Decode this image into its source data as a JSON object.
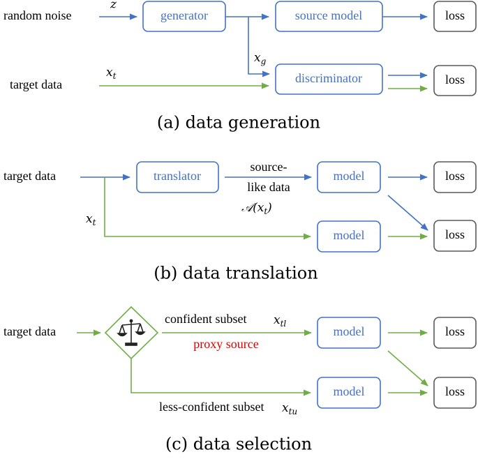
{
  "colors": {
    "blue": "#4472c4",
    "green": "#70ad47",
    "red": "#e00000",
    "loss_border": "#595959"
  },
  "panel_a": {
    "random_noise": "random noise",
    "z_label": "z",
    "generator": "generator",
    "source_model": "source model",
    "loss_top": "loss",
    "xg_label": "x",
    "xg_sub": "g",
    "target_data": "target data",
    "xt_label": "x",
    "xt_sub": "t",
    "discriminator": "discriminator",
    "loss_bottom": "loss",
    "caption": "(a) data generation"
  },
  "panel_b": {
    "target_data": "target data",
    "translator": "translator",
    "source_line1": "source-",
    "source_line2": "like data",
    "a_func": "𝒜(x",
    "a_sub": "t",
    "a_close": ")",
    "model_top": "model",
    "loss_top": "loss",
    "xt_label": "x",
    "xt_sub": "t",
    "model_bottom": "model",
    "loss_bottom": "loss",
    "caption": "(b) data translation"
  },
  "panel_c": {
    "target_data": "target data",
    "selector_icon": "scales-icon",
    "confident_subset": "confident subset",
    "xtl_label": "x",
    "xtl_sub": "tl",
    "proxy_source": "proxy source",
    "model_top": "model",
    "loss_top": "loss",
    "less_confident_subset": "less-confident subset",
    "xtu_label": "x",
    "xtu_sub": "tu",
    "model_bottom": "model",
    "loss_bottom": "loss",
    "caption": "(c) data selection"
  }
}
